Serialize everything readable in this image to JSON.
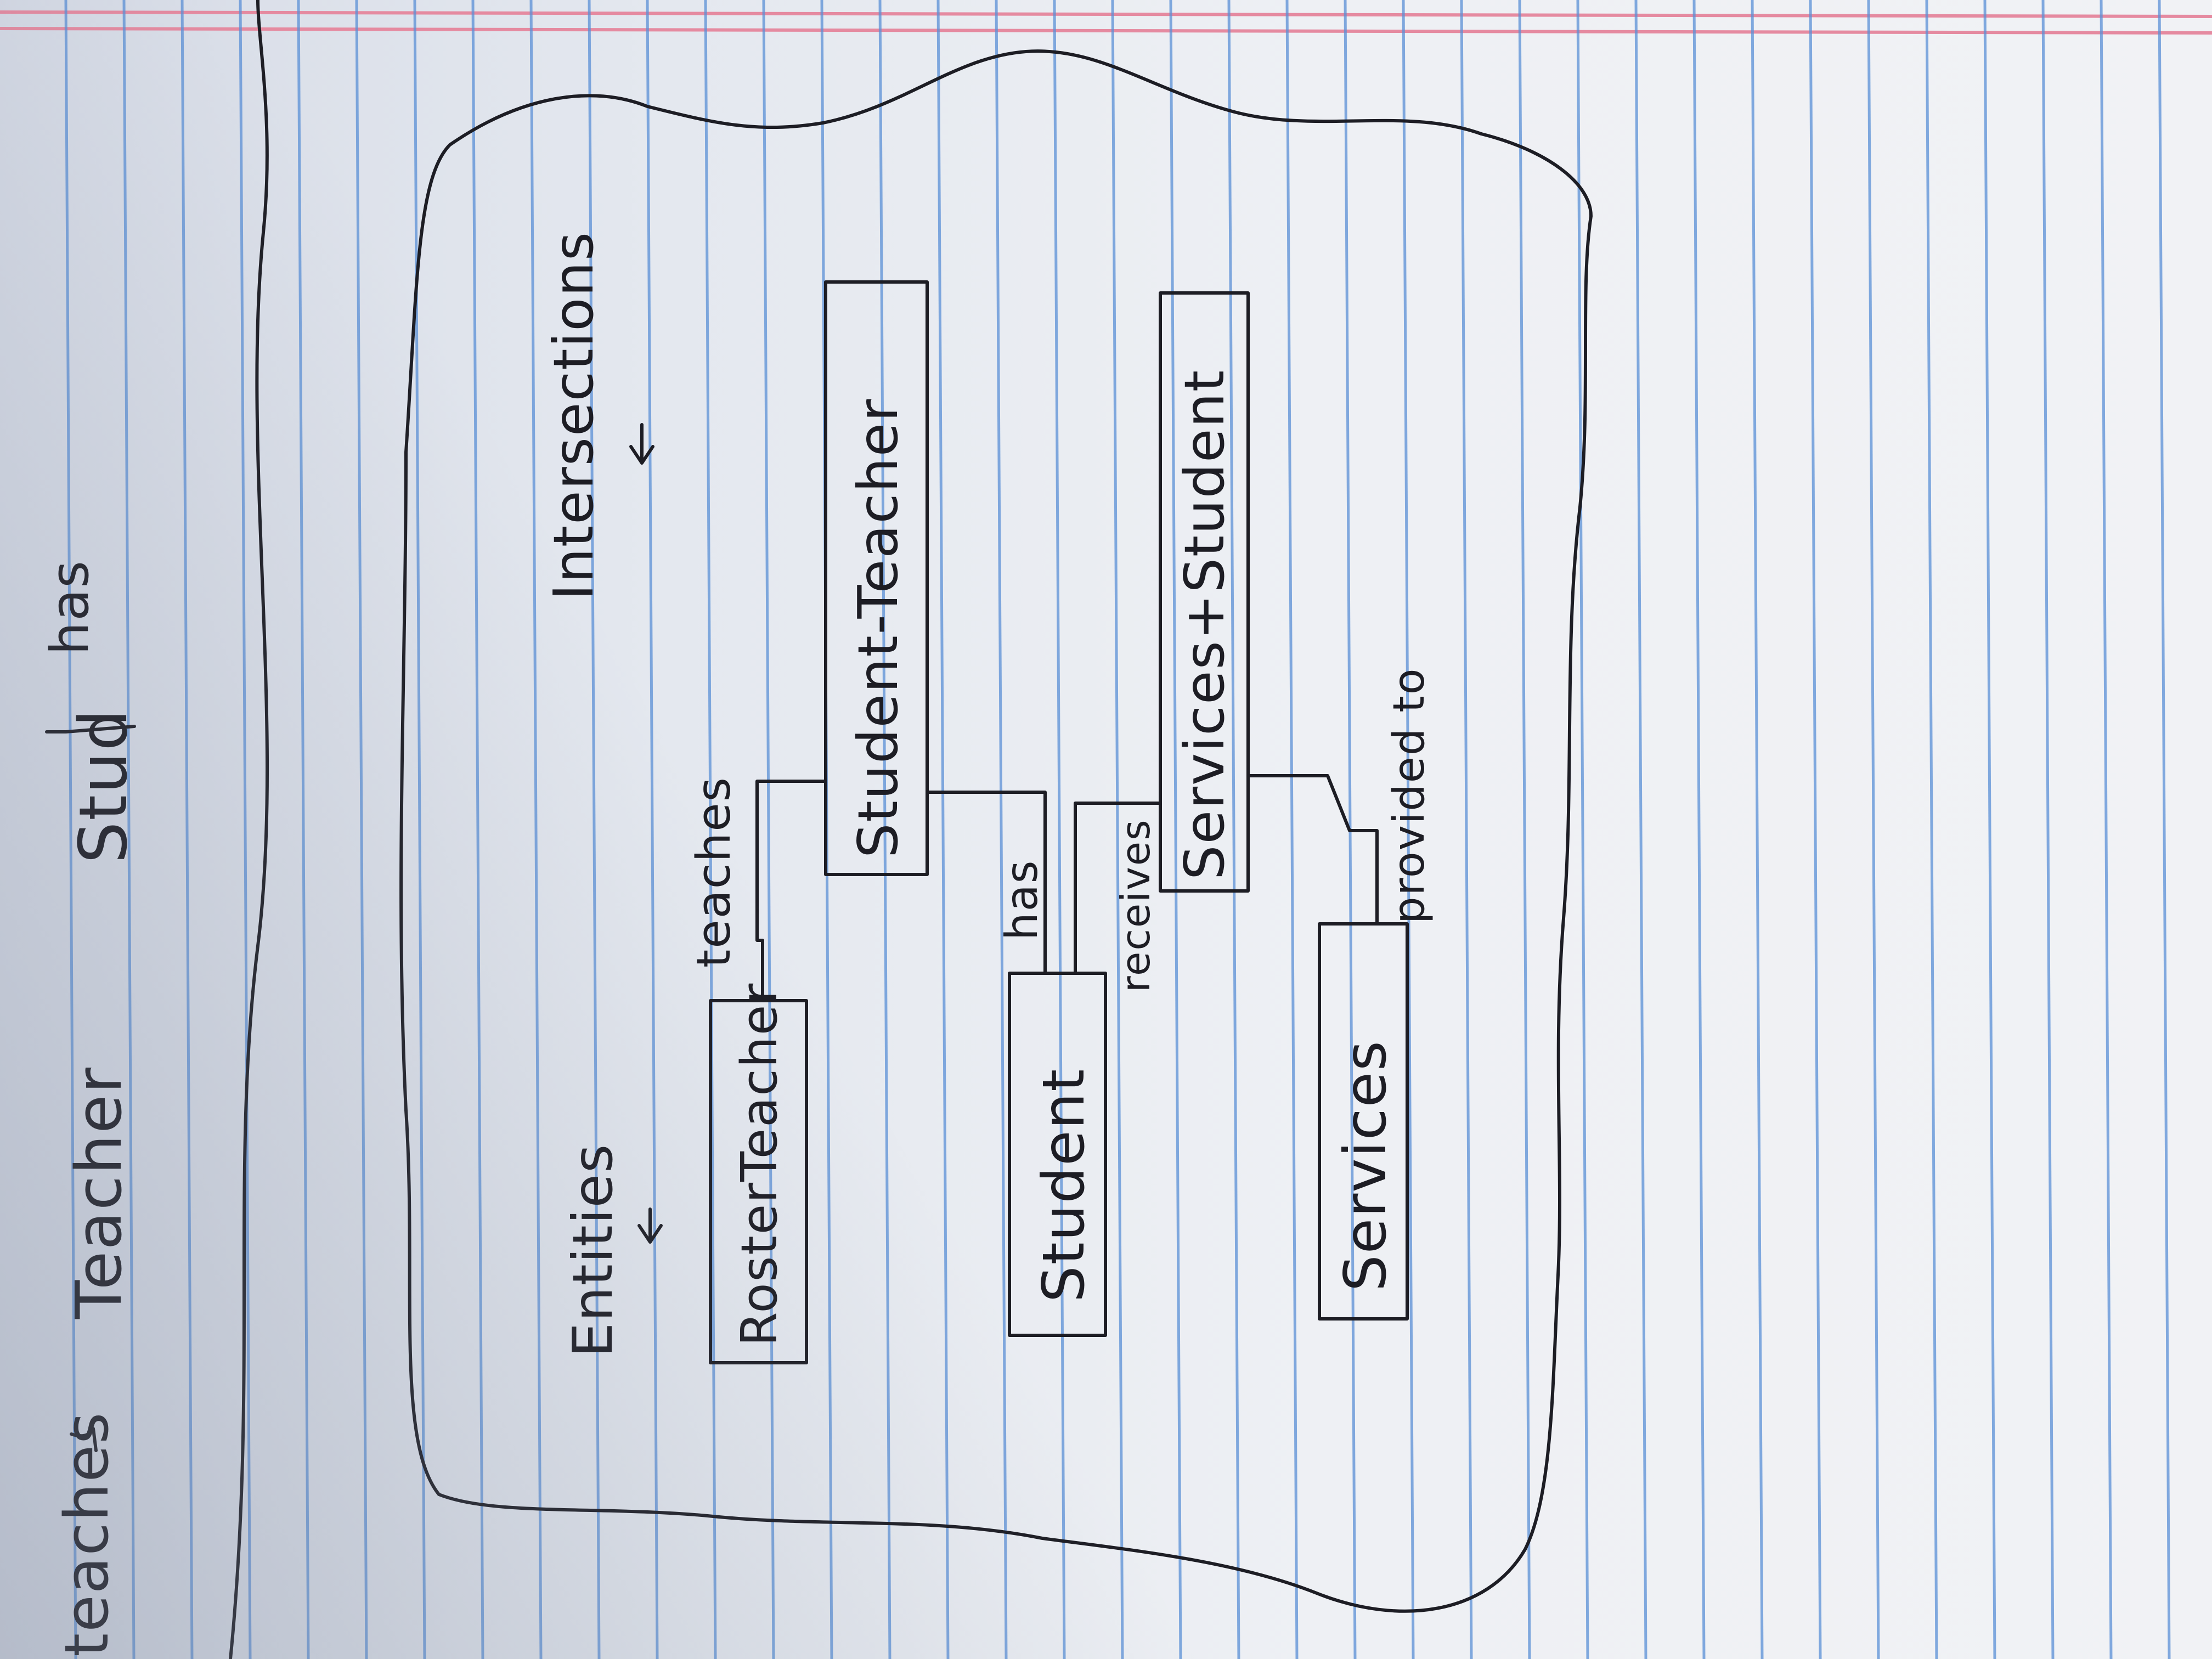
{
  "top_notes": {
    "teaches": "teaches",
    "teacher": "Teacher",
    "stud": "Stud",
    "has": "has"
  },
  "headings": {
    "entities": "Entities",
    "intersections": "Intersections"
  },
  "entities": [
    {
      "id": "roster-teacher",
      "label": "RosterTeacher"
    },
    {
      "id": "student",
      "label": "Student"
    },
    {
      "id": "services",
      "label": "Services"
    }
  ],
  "intersections": [
    {
      "id": "student-teacher",
      "label": "Student-Teacher"
    },
    {
      "id": "services-student",
      "label": "Services+Student"
    }
  ],
  "relationships": [
    {
      "from": "roster-teacher",
      "to": "student-teacher",
      "label": "teaches"
    },
    {
      "from": "student",
      "to": "student-teacher",
      "label": "has"
    },
    {
      "from": "student",
      "to": "services-student",
      "label": "receives"
    },
    {
      "from": "services",
      "to": "services-student",
      "label": "provided to"
    }
  ],
  "colors": {
    "ink": "#1d1d24",
    "ruled_line": "#5a8fd6",
    "margin_line": "#e58aa0"
  }
}
